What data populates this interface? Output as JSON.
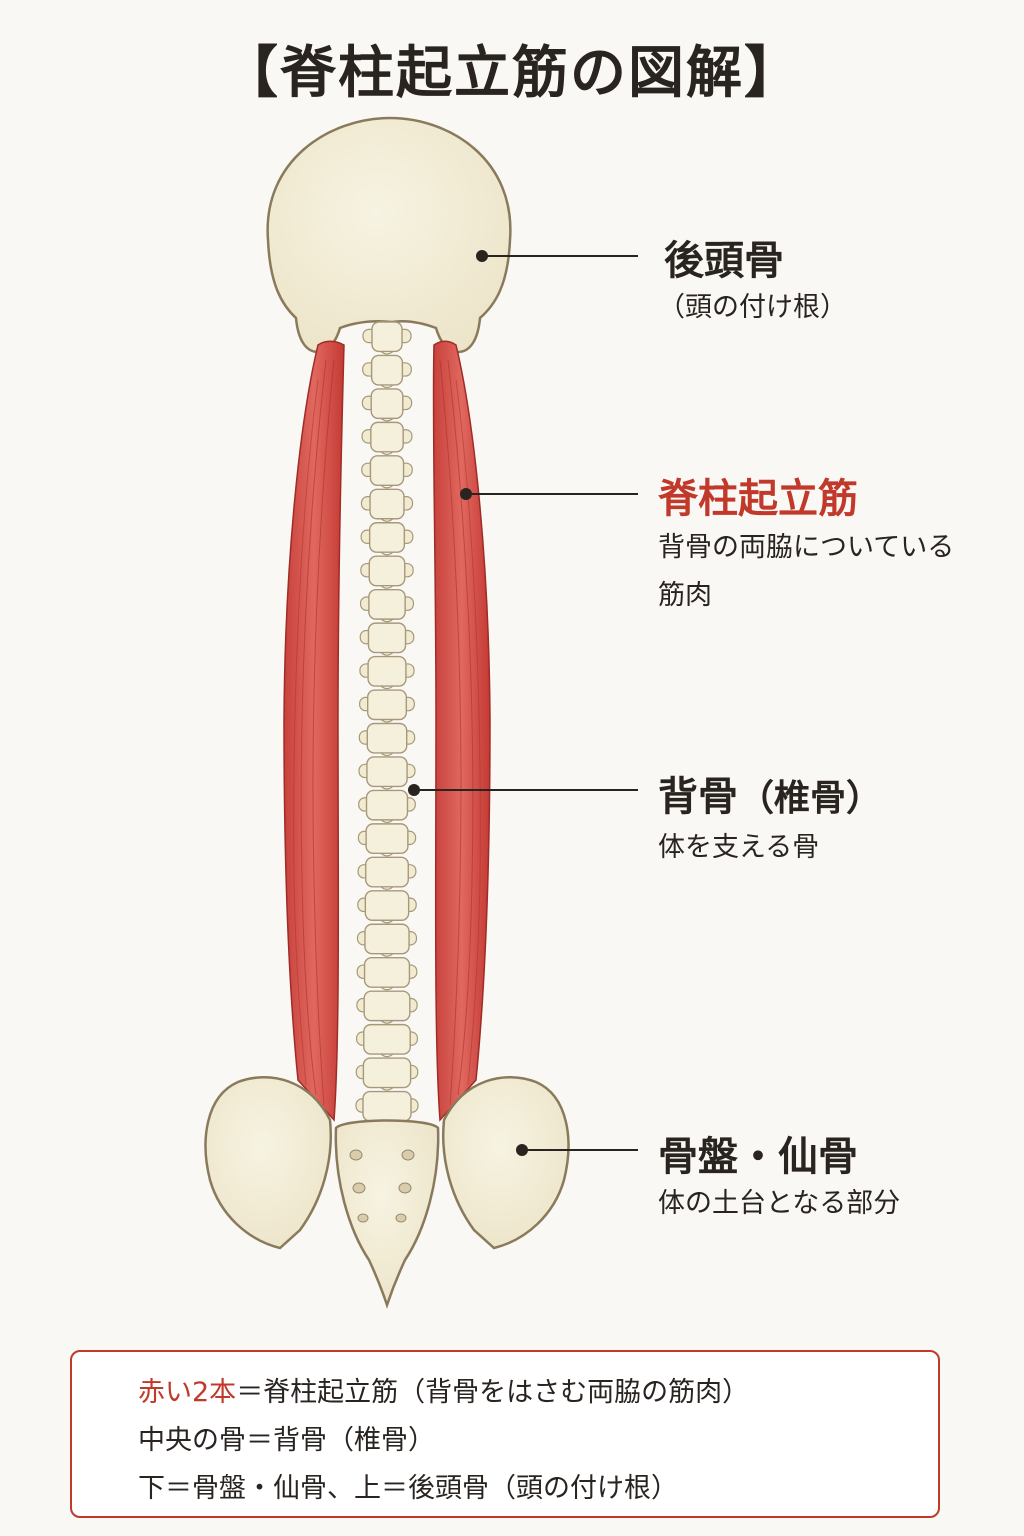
{
  "title": "【脊柱起立筋の図解】",
  "labels": {
    "occipital": {
      "name": "後頭骨",
      "desc": "（頭の付け根）"
    },
    "erector": {
      "name": "脊柱起立筋",
      "desc_line1": "背骨の両脇についている",
      "desc_line2": "筋肉"
    },
    "spine": {
      "name": "背骨",
      "paren": "（椎骨）",
      "desc": "体を支える骨"
    },
    "pelvis": {
      "name": "骨盤・仙骨",
      "desc": "体の土台となる部分"
    }
  },
  "notes": {
    "line1_highlight": "赤い2本",
    "line1_rest": "＝脊柱起立筋（背骨をはさむ両脇の筋肉）",
    "line2": "中央の骨＝背骨（椎骨）",
    "line3": "下＝骨盤・仙骨、上＝後頭骨（頭の付け根）"
  },
  "colors": {
    "muscle": "#d9534f",
    "muscle_dark": "#b8342f",
    "bone": "#f3eed8",
    "bone_outline": "#8a7a5c",
    "accent_red": "#c0392b",
    "text": "#2a2420"
  }
}
